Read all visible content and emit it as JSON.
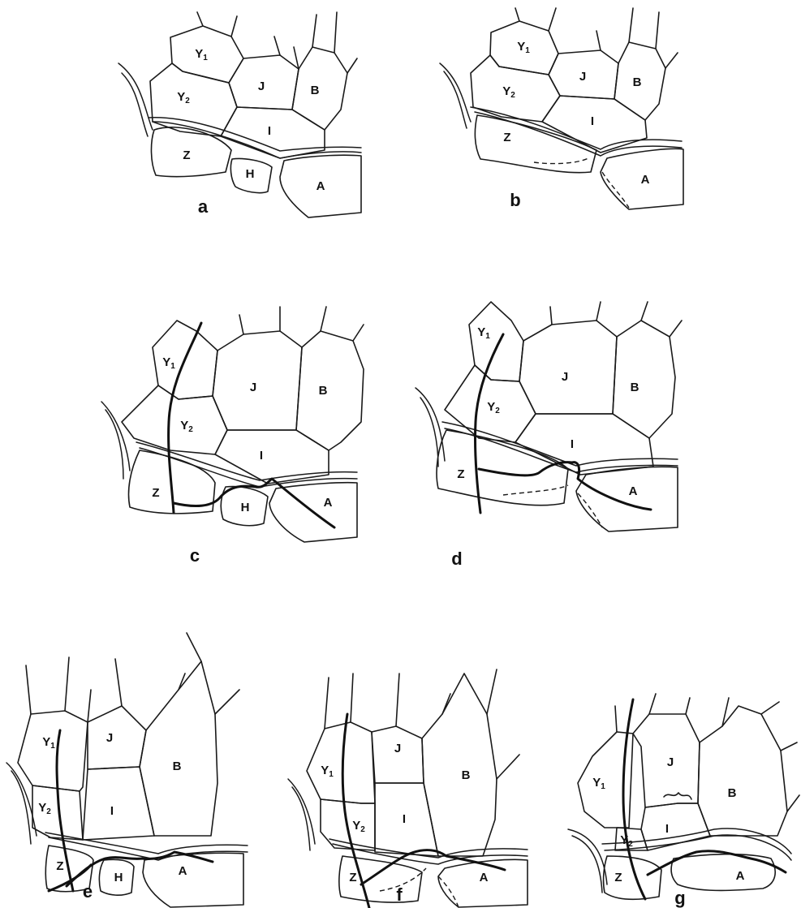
{
  "panels": [
    {
      "id": "a",
      "label": "a",
      "cells": {
        "Y1": "Y1",
        "Y2": "Y2",
        "J": "J",
        "B": "B",
        "I": "I",
        "Z": "Z",
        "H": "H",
        "A": "A"
      }
    },
    {
      "id": "b",
      "label": "b",
      "cells": {
        "Y1": "Y1",
        "Y2": "Y2",
        "J": "J",
        "B": "B",
        "I": "I",
        "Z": "Z",
        "A": "A"
      }
    },
    {
      "id": "c",
      "label": "c",
      "cells": {
        "Y1": "Y1",
        "Y2": "Y2",
        "J": "J",
        "B": "B",
        "I": "I",
        "Z": "Z",
        "H": "H",
        "A": "A"
      }
    },
    {
      "id": "d",
      "label": "d",
      "cells": {
        "Y1": "Y1",
        "Y2": "Y2",
        "J": "J",
        "B": "B",
        "I": "I",
        "Z": "Z",
        "A": "A"
      }
    },
    {
      "id": "e",
      "label": "e",
      "cells": {
        "Y1": "Y1",
        "Y2": "Y2",
        "J": "J",
        "B": "B",
        "I": "I",
        "Z": "Z",
        "H": "H",
        "A": "A"
      }
    },
    {
      "id": "f",
      "label": "f",
      "cells": {
        "Y1": "Y1",
        "Y2": "Y2",
        "J": "J",
        "B": "B",
        "I": "I",
        "Z": "Z",
        "A": "A"
      }
    },
    {
      "id": "g",
      "label": "g",
      "cells": {
        "Y1": "Y1",
        "Y2": "Y2",
        "J": "J",
        "B": "B",
        "I": "I",
        "Z": "Z",
        "A": "A"
      }
    }
  ]
}
